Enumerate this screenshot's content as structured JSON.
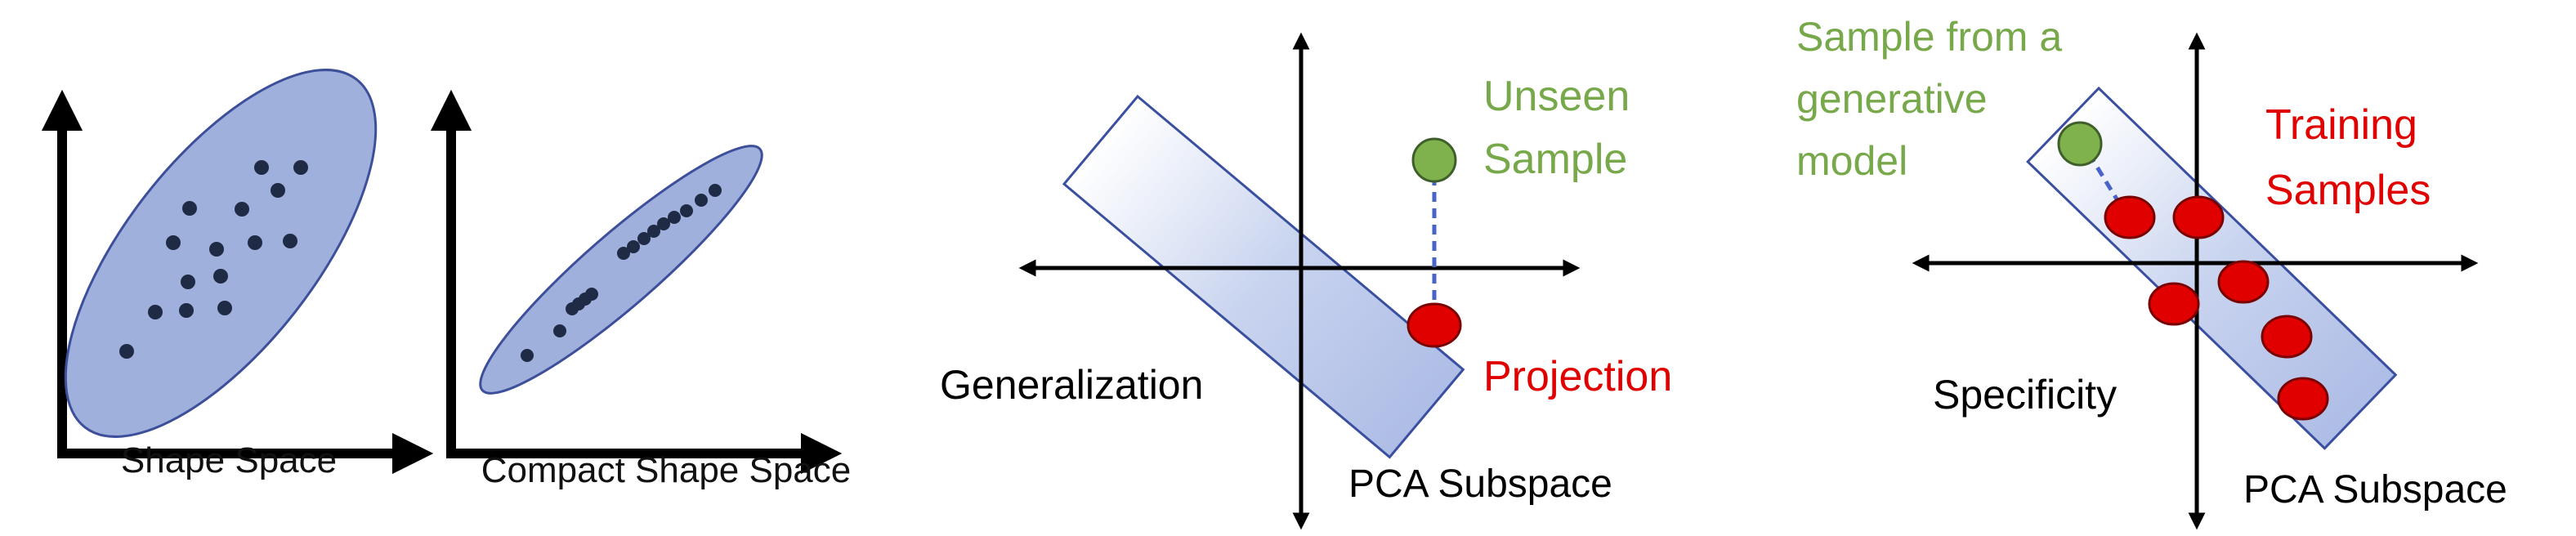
{
  "panel1": {
    "label": "Shape Space"
  },
  "panel2": {
    "label": "Compact Shape Space"
  },
  "panel3": {
    "title": "Generalization",
    "subspace_label": "PCA Subspace",
    "unseen_line1": "Unseen",
    "unseen_line2": "Sample",
    "projection_label": "Projection"
  },
  "panel4": {
    "title": "Specificity",
    "subspace_label": "PCA Subspace",
    "gen_line1": "Sample from a",
    "gen_line2": "generative",
    "gen_line3": "model",
    "training_line1": "Training",
    "training_line2": "Samples"
  },
  "colors": {
    "ellipse_fill": "#9fb0dc",
    "ellipse_stroke": "#3d4f9a",
    "dot": "#1f2a44",
    "rect_fill": "#c6d2ee",
    "rect_stroke": "#3a4fa0",
    "green": "#7fb24d",
    "green_text": "#77a94a",
    "red": "#e00000",
    "red_text": "#e00000",
    "dashed": "#4a63c9",
    "axis": "#000000"
  }
}
